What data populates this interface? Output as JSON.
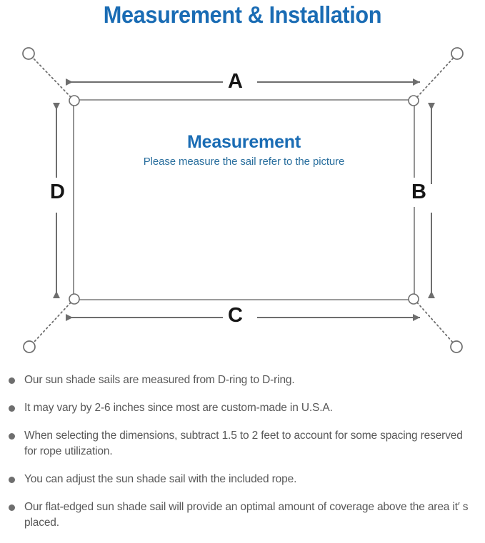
{
  "title": "Measurement & Installation",
  "colors": {
    "title_blue": "#1a6cb4",
    "heading_blue": "#1a6cb4",
    "subtext_blue": "#2a6f9e",
    "line_gray": "#6e6e6e",
    "body_gray": "#585858",
    "bullet_gray": "#6e6e6e",
    "label_black": "#161616",
    "background": "#ffffff"
  },
  "diagram": {
    "center_heading": "Measurement",
    "center_subtext": "Please measure the sail refer to the picture",
    "dimension_labels": {
      "top": "A",
      "right": "B",
      "bottom": "C",
      "left": "D"
    },
    "d_rings": [
      "top-left-d-ring",
      "top-right-d-ring",
      "bottom-left-d-ring",
      "bottom-right-d-ring"
    ],
    "anchor_points": [
      "top-left-anchor",
      "top-right-anchor",
      "bottom-left-anchor",
      "bottom-right-anchor"
    ]
  },
  "notes": [
    "Our sun shade sails are measured from D-ring to D-ring.",
    "It may vary by 2-6 inches since most are custom-made in U.S.A.",
    "When selecting the dimensions, subtract 1.5 to 2 feet to account for some spacing reserved for rope utilization.",
    "You can adjust the sun shade sail with the included rope.",
    "Our flat-edged sun shade sail will provide an optimal amount of coverage above the area it′ s placed."
  ]
}
